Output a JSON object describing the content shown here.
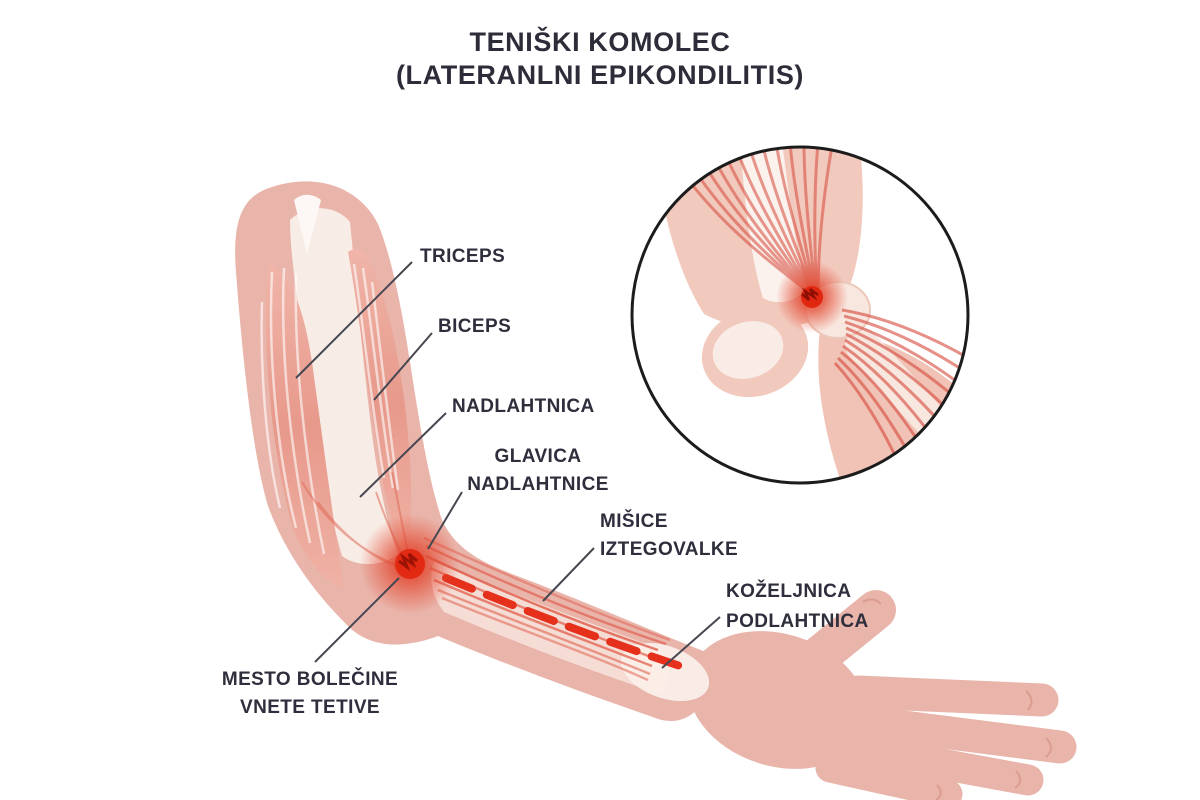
{
  "title": {
    "line1": "TENIŠKI KOMOLEC",
    "line2": "(LATERANLNI EPIKONDILITIS)"
  },
  "annotations": {
    "triceps": "TRICEPS",
    "biceps": "BICEPS",
    "nadlahtnica": "NADLAHTNICA",
    "glavica_nadlahtnice": {
      "line1": "GLAVICA",
      "line2": "NADLAHTNICE"
    },
    "misice_iztegovalke": {
      "line1": "MIŠICE",
      "line2": "IZTEGOVALKE"
    },
    "kozeljnica": "KOŽELJNICA",
    "podlahtnica": "PODLAHTNICA",
    "mesto_bolecine": {
      "line1": "MESTO BOLEČINE",
      "line2": "VNETE TETIVE"
    }
  },
  "colors": {
    "background": "#ffffff",
    "skin": "#e9b4aa",
    "skin_light": "#f2cabe",
    "muscle_pink": "#e89a8d",
    "bone_cream": "#f8ece6",
    "tendon_white": "#faeee8",
    "inflammation_red": "#e1270f",
    "tendon_stripe_red": "#d5473a",
    "dashed_line_red": "#e5301b",
    "label_text": "#2e2e3c",
    "leader_line": "#474752",
    "inset_border": "#1c1c1c"
  }
}
